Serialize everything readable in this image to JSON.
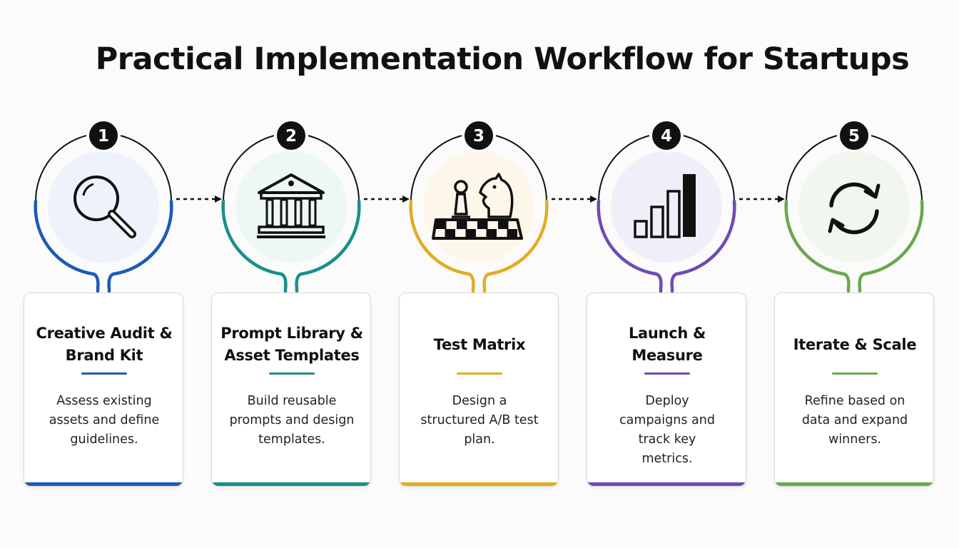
{
  "title": "Practical Implementation Workflow for Startups",
  "steps": [
    {
      "number": "1",
      "title": "Creative Audit & Brand Kit",
      "description": "Assess existing assets and define guidelines.",
      "color": "#1c5bb5",
      "icon": "magnifying-glass-icon",
      "bg": "#eef3fb"
    },
    {
      "number": "2",
      "title": "Prompt Library & Asset Templates",
      "description": "Build reusable prompts and design templates.",
      "color": "#1a8f8a",
      "icon": "library-building-icon",
      "bg": "#edf7f4"
    },
    {
      "number": "3",
      "title": "Test Matrix",
      "description": "Design a structured A/B test plan.",
      "color": "#e2ac22",
      "icon": "chess-icon",
      "bg": "#fdf7ea"
    },
    {
      "number": "4",
      "title": "Launch & Measure",
      "description": "Deploy campaigns and track key metrics.",
      "color": "#6f4bb3",
      "icon": "bar-chart-icon",
      "bg": "#f1eef9"
    },
    {
      "number": "5",
      "title": "Iterate & Scale",
      "description": "Refine based on data and expand winners.",
      "color": "#6aa84f",
      "icon": "refresh-cycle-icon",
      "bg": "#f1f7ee"
    }
  ]
}
